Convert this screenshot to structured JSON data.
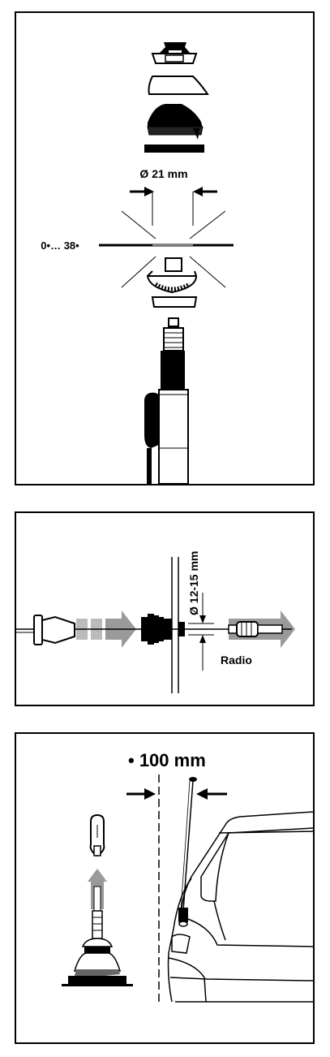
{
  "panel1": {
    "diameter_label": "Ø 21 mm",
    "angle_label": "0•… 38•"
  },
  "panel2": {
    "diameter_label": "Ø 12-15 mm",
    "radio_label": "Radio"
  },
  "panel3": {
    "distance_label": "• 100 mm"
  },
  "colors": {
    "ink": "#000000",
    "arrow_gray": "#8c8c8c",
    "light_gray": "#c8c8c8"
  }
}
